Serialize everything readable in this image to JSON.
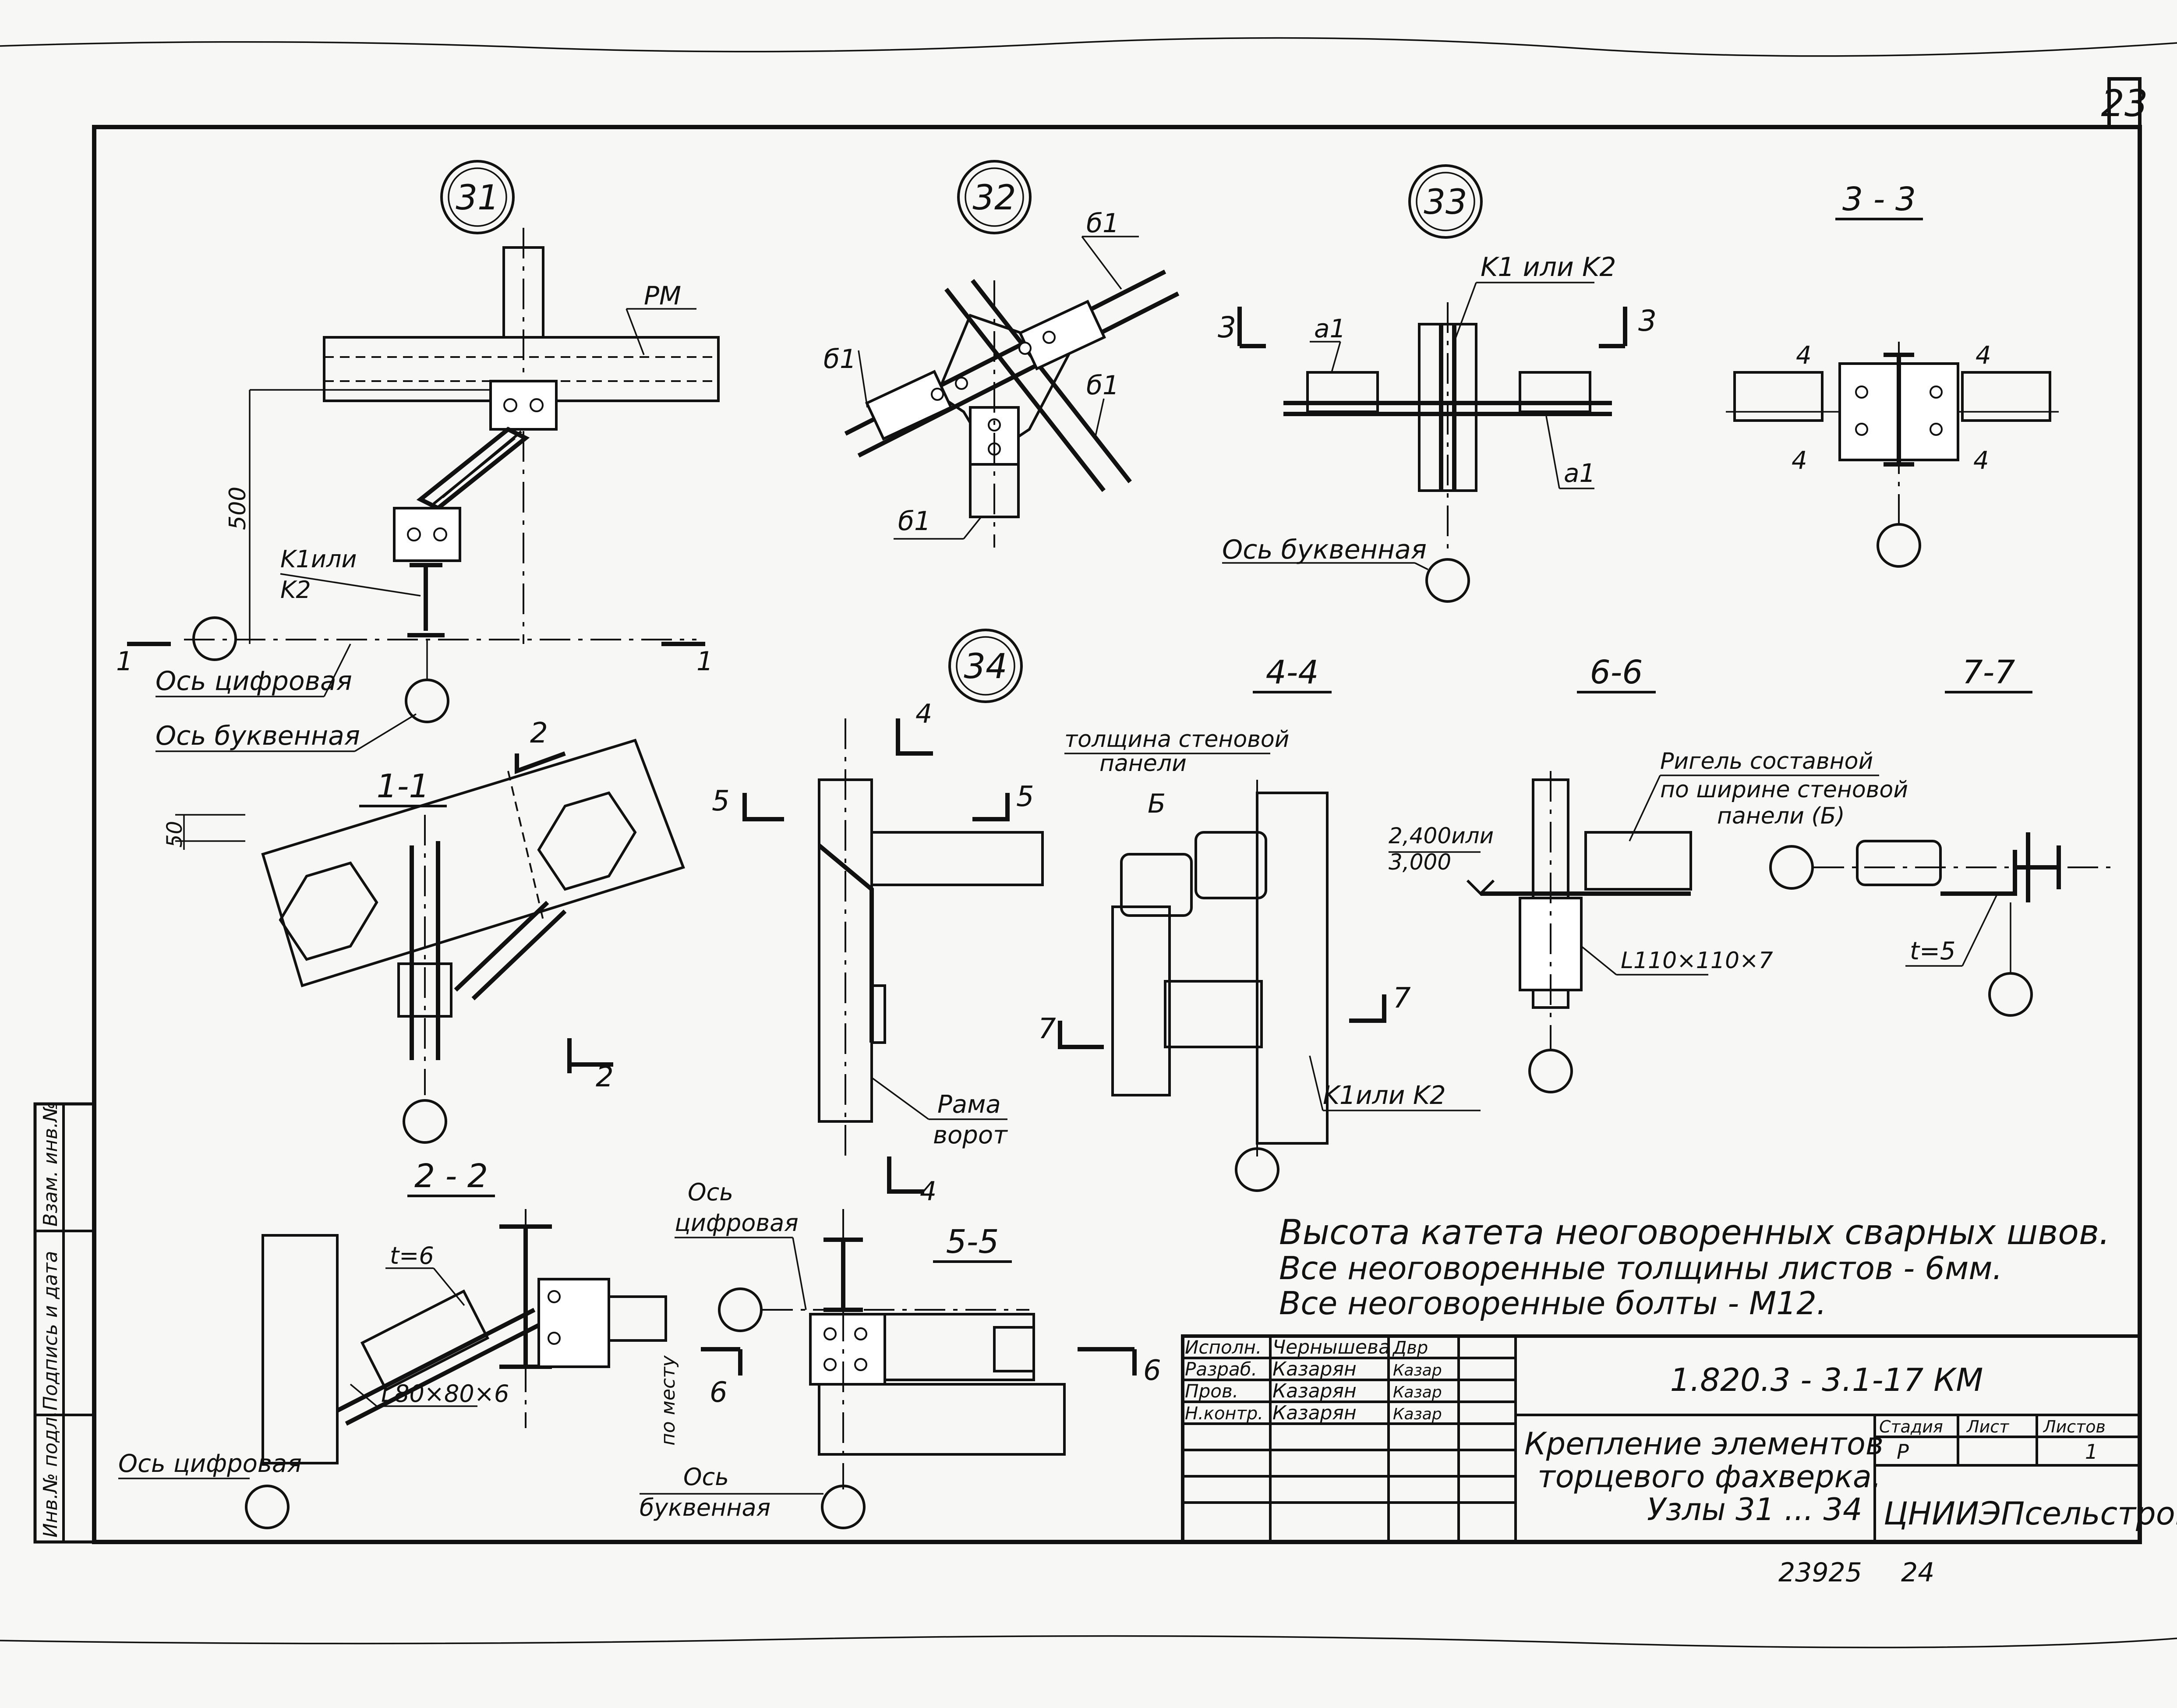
{
  "sheet": {
    "number": "23"
  },
  "nodes": {
    "n31": "31",
    "n32": "32",
    "n33": "33",
    "n34": "34"
  },
  "sections": {
    "s11": "1-1",
    "s22": "2 - 2",
    "s33": "3 - 3",
    "s44": "4-4",
    "s55": "5-5",
    "s66": "6-6",
    "s77": "7-7"
  },
  "labels": {
    "pm": "PM",
    "dim500": "500",
    "k1k2_a": "K1или",
    "k1k2_b": "K2",
    "axis_digit": "Ось цифровая",
    "axis_letter": "Ось буквенная",
    "b1": "б1",
    "k1_or_k2": "K1 или K2",
    "a1": "а1",
    "four": "4",
    "cut1": "1",
    "cut2": "2",
    "cut3": "3",
    "cut4": "4",
    "cut5": "5",
    "cut6": "6",
    "cut7": "7",
    "dim50": "50",
    "t6": "t=6",
    "l80": "L80×80×6",
    "po_mestu": "по месту",
    "axis_digit2a": "Ось",
    "axis_digit2b": "цифровая",
    "axis_letter2a": "Ось",
    "axis_letter2b": "буквенная",
    "rama_a": "Рама",
    "rama_b": "ворот",
    "wall_a": "толщина стеновой",
    "wall_b": "панели",
    "b_cap": "Б",
    "k1k2_c": "K1или K2",
    "elev_a": "2,400или",
    "elev_b": "3,000",
    "l110": "L110×110×7",
    "rigel_a": "Ригель составной",
    "rigel_b": "по ширине стеновой",
    "rigel_c": "панели (Б)",
    "t5": "t=5"
  },
  "notes": [
    "Высота катета неоговоренных сварных швов.",
    "Все неоговоренные толщины листов - 6мм.",
    "Все неоговоренные болты - М12."
  ],
  "side_stamp": [
    "Инв.№ подл.",
    "Подпись и дата",
    "Взам. инв.№"
  ],
  "title_block": {
    "rows": [
      {
        "role": "Испoлн.",
        "name": "Чернышева",
        "sign": "Двр"
      },
      {
        "role": "Разраб.",
        "name": "Казарян",
        "sign": "Казар"
      },
      {
        "role": "Пров.",
        "name": "Казарян",
        "sign": "Казар"
      },
      {
        "role": "Н.контр.",
        "name": "Казарян",
        "sign": "Казар"
      }
    ],
    "code": "1.820.3 - 3.1-17 КМ",
    "title_l1": "Крепление элементов",
    "title_l2": "торцевого фахверка.",
    "title_l3": "Узлы 31 ... 34",
    "stage_h": "Стадия",
    "sheet_h": "Лист",
    "sheets_h": "Листов",
    "stage_v": "Р",
    "sheets_v": "1",
    "org": "ЦНИИЭПсельстрой"
  },
  "footer": {
    "inv": "23925",
    "page": "24"
  }
}
